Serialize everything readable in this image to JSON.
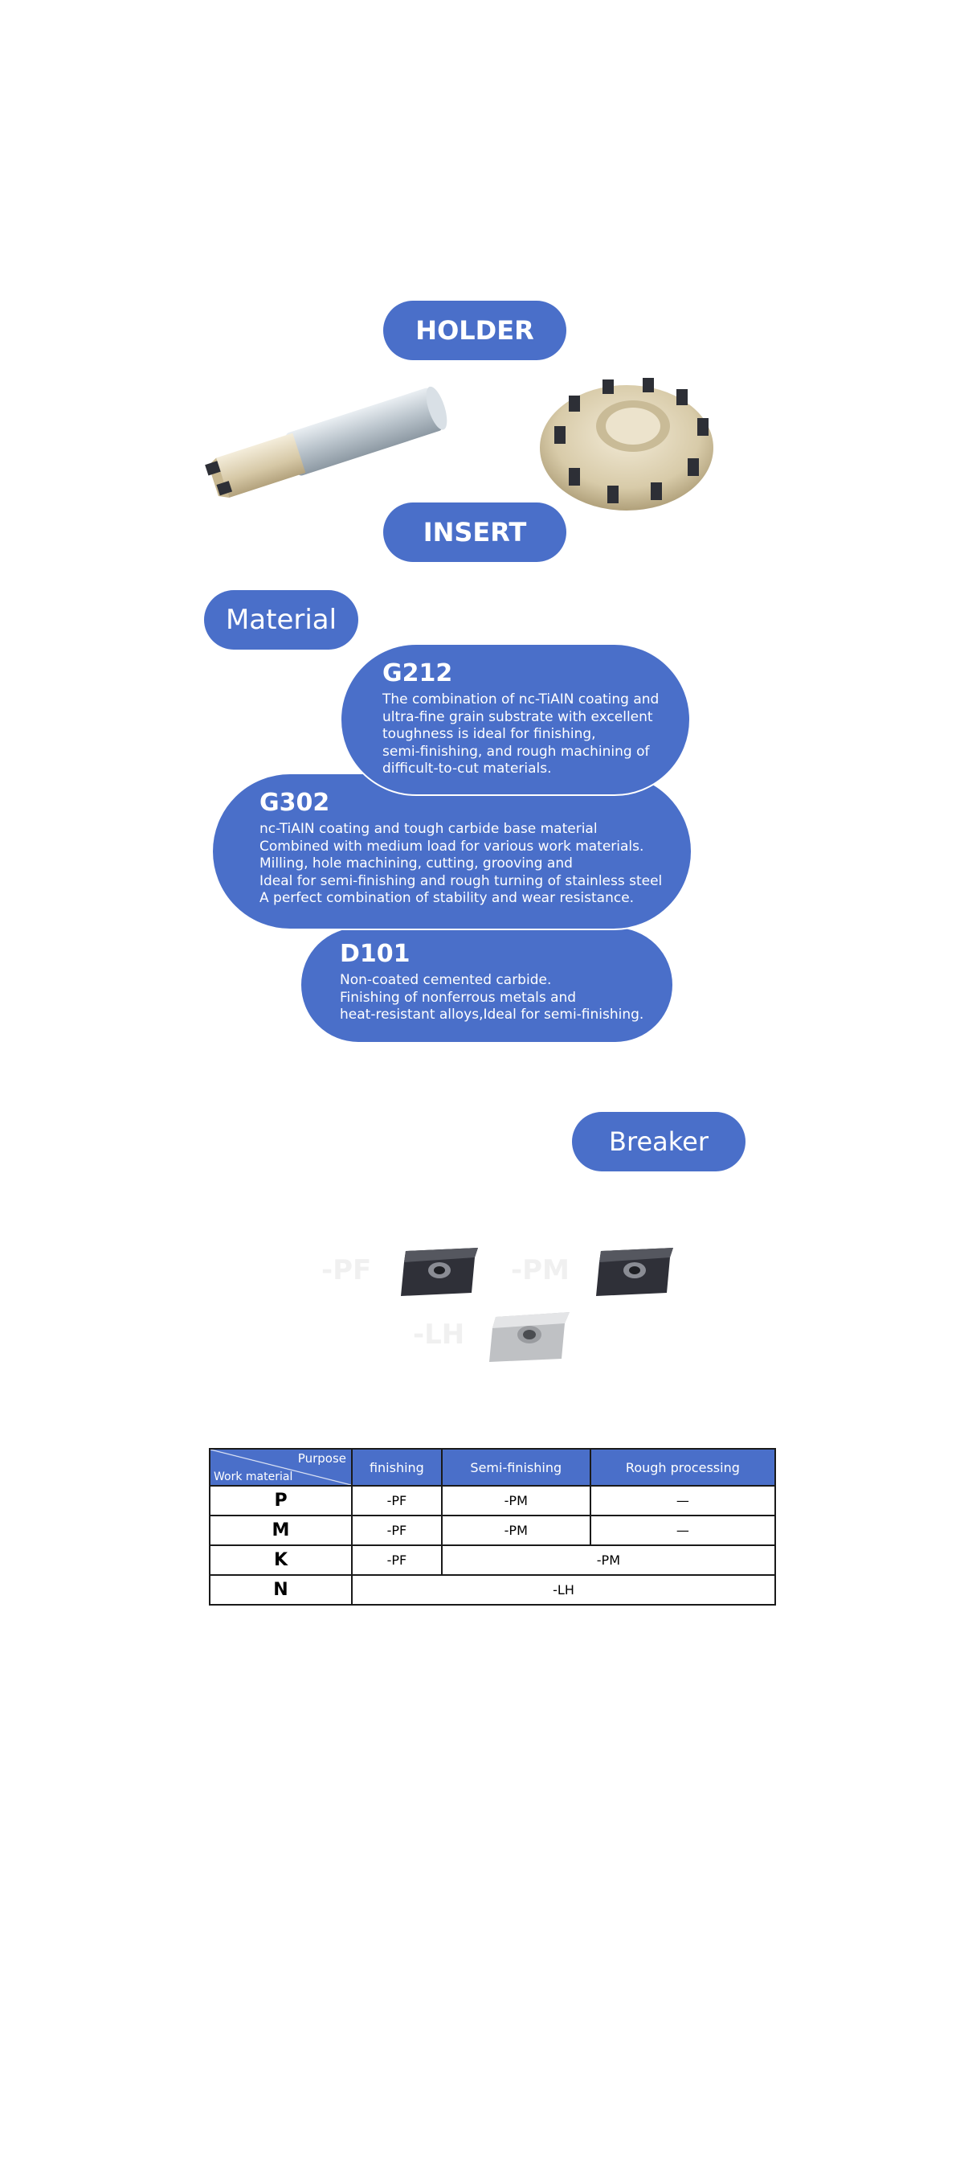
{
  "sections": {
    "holder": "HOLDER",
    "insert": "INSERT",
    "material": "Material",
    "breaker": "Breaker"
  },
  "materials": [
    {
      "name": "G212",
      "lines": [
        "The combination of nc-TiAIN coating and",
        "ultra-fine grain substrate with excellent",
        "toughness is ideal for finishing,",
        "semi-finishing, and rough machining of",
        "difficult-to-cut materials."
      ]
    },
    {
      "name": "G302",
      "lines": [
        "nc-TiAIN coating and tough carbide base material",
        "Combined with medium load for various work materials.",
        "Milling, hole machining, cutting, grooving and",
        "Ideal for semi-finishing and rough turning of stainless steel",
        "A perfect combination of stability and wear resistance."
      ]
    },
    {
      "name": "D101",
      "lines": [
        "Non-coated cemented carbide.",
        "Finishing of nonferrous metals and",
        "heat-resistant alloys,Ideal for semi-finishing."
      ]
    }
  ],
  "breakers": [
    "-PF",
    "-PM",
    "-LH"
  ],
  "table": {
    "corner_top": "Purpose",
    "corner_bottom": "Work material",
    "headers": [
      "finishing",
      "Semi-finishing",
      "Rough processing"
    ],
    "rows": [
      {
        "material": "P",
        "finishing": "-PF",
        "semi": "-PM",
        "rough": "—"
      },
      {
        "material": "M",
        "finishing": "-PF",
        "semi": "-PM",
        "rough": "—"
      },
      {
        "material": "K",
        "finishing": "-PF",
        "semi_rough": "-PM"
      },
      {
        "material": "N",
        "all": "-LH"
      }
    ]
  },
  "colors": {
    "accent": "#4a6fc9"
  }
}
